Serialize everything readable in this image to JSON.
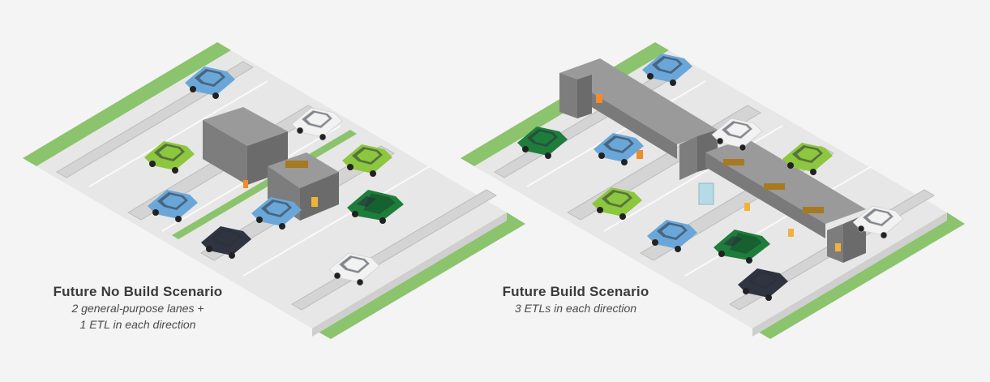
{
  "scenarios": [
    {
      "title": "Future No Build Scenario",
      "subtitle_lines": [
        "2 general-purpose lanes +",
        "1 ETL in each direction"
      ]
    },
    {
      "title": "Future Build Scenario",
      "subtitle_lines": [
        "3 ETLs in each direction"
      ]
    }
  ],
  "colors": {
    "background": "#f4f4f4",
    "road": "#e7e7e7",
    "lane_line": "#f7f7f7",
    "barrier_top": "#d9d9d9",
    "barrier_side": "#bdbdbd",
    "grass": "#8cc36d",
    "gantry": "#8d8d8d",
    "gantry_dark": "#666666",
    "sign": "#a57a20",
    "car_blue": "#6aa7d8",
    "car_lime": "#8dc63f",
    "car_green": "#1f7d3c",
    "car_white": "#f2f2f2",
    "car_black": "#2f3440",
    "cone": "#f08c2a",
    "booth": "#b7dbe6"
  }
}
